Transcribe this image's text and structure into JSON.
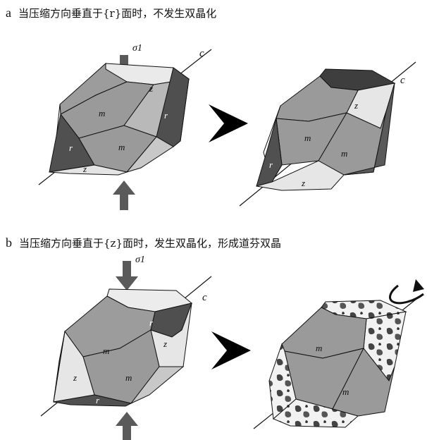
{
  "panel_a": {
    "letter": "a",
    "caption": "当压缩方向垂直于{r}面时，不发生双晶化",
    "sigma_label": "σ1",
    "axis_label": "c",
    "left_faces": {
      "z_top": "z",
      "m_upper": "m",
      "r_right": "r",
      "r_left": "r",
      "m_lower": "m",
      "z_bottom": "z"
    },
    "right_faces": {
      "z_top": "z",
      "m_upper": "m",
      "r_left": "r",
      "m_lower": "m",
      "z_bottom": "z"
    }
  },
  "panel_b": {
    "letter": "b",
    "caption": "当压缩方向垂直于{z}面时，发生双晶化，形成道芬双晶",
    "sigma_label": "σ1",
    "axis_label": "c",
    "left_faces": {
      "r_top": "r",
      "m_upper": "m",
      "z_right": "z",
      "z_left": "z",
      "m_lower": "m",
      "r_bottom": "r"
    },
    "right_faces": {
      "m_upper": "m",
      "m_lower": "m"
    }
  },
  "colors": {
    "m_face": "#9a9a9a",
    "light_face": "#e4e4e4",
    "dark_face": "#555555",
    "arrow": "#595959",
    "outline": "#1a1a1a"
  }
}
